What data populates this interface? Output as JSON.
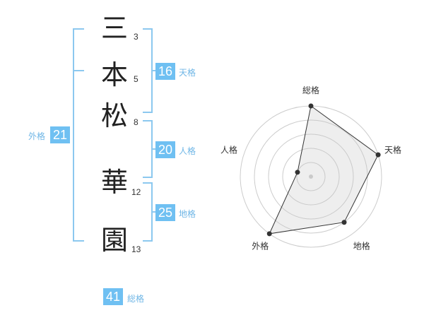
{
  "name_chars": [
    {
      "char": "三",
      "strokes": "3"
    },
    {
      "char": "本",
      "strokes": "5"
    },
    {
      "char": "松",
      "strokes": "8"
    },
    {
      "char": "華",
      "strokes": "12"
    },
    {
      "char": "園",
      "strokes": "13"
    }
  ],
  "fortune": {
    "tenkaku": {
      "value": "16",
      "label": "天格"
    },
    "jinkaku": {
      "value": "20",
      "label": "人格"
    },
    "chikaku": {
      "value": "25",
      "label": "地格"
    },
    "gaikaku": {
      "value": "21",
      "label": "外格"
    },
    "soukaku": {
      "value": "41",
      "label": "総格"
    }
  },
  "colors": {
    "accent": "#6fc0f2",
    "bracket": "#8cc8ef",
    "label": "#6fb6e6"
  },
  "chart_data": {
    "type": "radar",
    "axes": [
      "総格",
      "天格",
      "地格",
      "外格",
      "人格"
    ],
    "values": [
      5,
      5,
      4,
      5,
      1
    ],
    "max": 5,
    "rings": 5
  }
}
